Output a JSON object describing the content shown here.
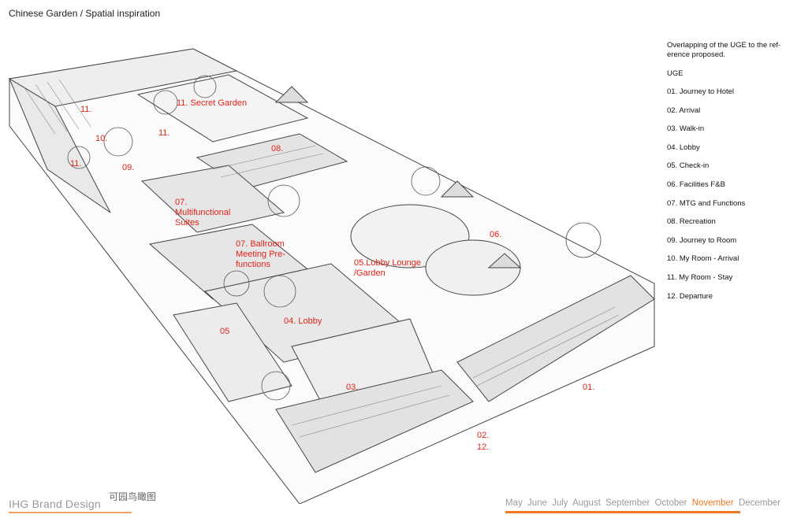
{
  "page_title": "Chinese Garden / Spatial inspiration",
  "legend": {
    "intro": "Overlapping of the UGE to the ref- erence proposed.",
    "heading": "UGE",
    "items": [
      "01. Journey to Hotel",
      "02. Arrival",
      "03. Walk-in",
      "04. Lobby",
      "05. Check-in",
      "06. Facilities F&B",
      "07. MTG and Functions",
      "08. Recreation",
      "09. Journey to Room",
      "10. My Room - Arrival",
      "11. My Room - Stay",
      "12. Departure"
    ]
  },
  "map_labels": {
    "secret_garden": "11. Secret Garden",
    "l11a": "11.",
    "l11b": "11.",
    "l11c": "11.",
    "l10": "10.",
    "l09": "09.",
    "l08": "08.",
    "l07a": "07. Multifunctional Suites",
    "l07b": "07. Ballroom Meeting Pre-functions",
    "l06": "06.",
    "l05a": "05.Lobby Lounge /Garden",
    "l05b": "05",
    "l04": "04. Lobby",
    "l03": "03.",
    "l02": "02.",
    "l12": "12.",
    "l01": "01."
  },
  "caption_cn": "可园鸟瞰图",
  "brand": "IHG Brand Design",
  "months": [
    "May",
    "June",
    "July",
    "August",
    "September",
    "October",
    "November",
    "December"
  ],
  "active_month": "November",
  "colors": {
    "label_red": "#e2231a",
    "accent_orange": "#f07a22",
    "brand_gray": "#9a9a9a"
  }
}
